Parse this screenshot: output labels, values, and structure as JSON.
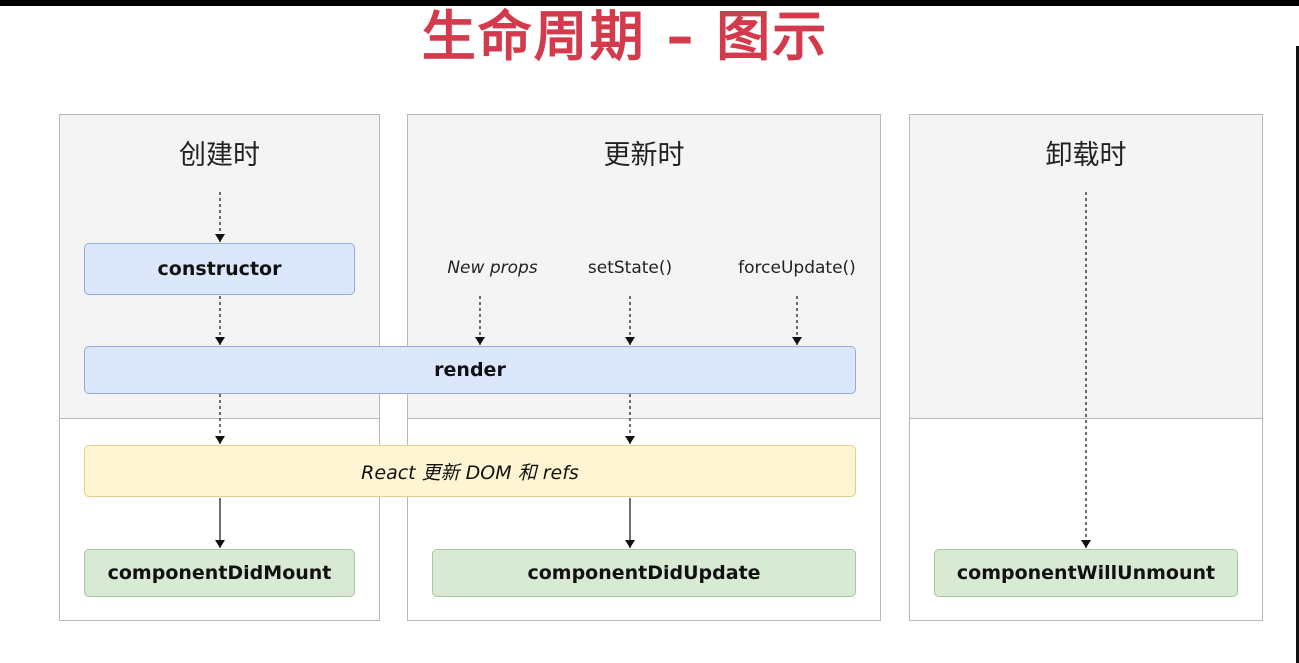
{
  "title": "生命周期 – 图示",
  "columns": {
    "mount": {
      "heading": "创建时"
    },
    "update": {
      "heading": "更新时"
    },
    "unmount": {
      "heading": "卸载时"
    }
  },
  "triggers": {
    "new_props": "New props",
    "set_state": "setState()",
    "force_update": "forceUpdate()"
  },
  "boxes": {
    "constructor": "constructor",
    "render": "render",
    "react_update": "React 更新 DOM 和 refs",
    "did_mount": "componentDidMount",
    "did_update": "componentDidUpdate",
    "will_unmount": "componentWillUnmount"
  },
  "colors": {
    "title": "#d33b4d",
    "method_box": "#dce7fb",
    "dom_update_box": "#fff5d3",
    "commit_box": "#d8ead3"
  }
}
